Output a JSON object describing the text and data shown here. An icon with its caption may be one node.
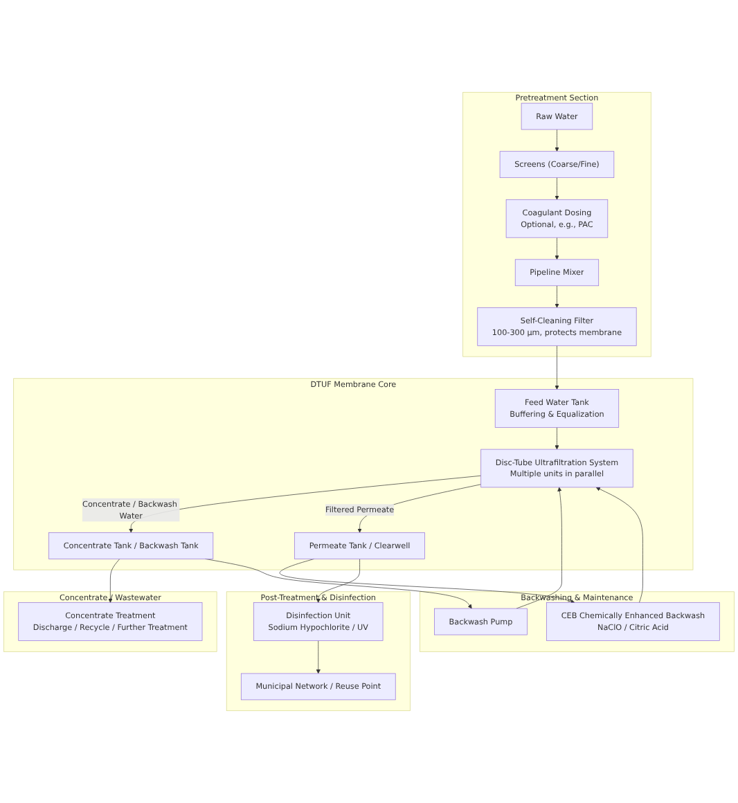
{
  "diagram": {
    "nodes": [
      {
        "text": [
          "Pretreatment Section"
        ]
      },
      {
        "text": [
          "Raw Water"
        ],
        "in": 0
      },
      {
        "text": [
          "Screens (Coarse/Fine)"
        ],
        "in": 0
      },
      {
        "text": [
          "Coagulant Dosing",
          "Optional, e.g., PAC"
        ],
        "in": 0
      },
      {
        "text": [
          "Pipeline Mixer"
        ],
        "in": 0
      },
      {
        "text": [
          "Self-Cleaning Filter",
          "100-300 µm, protects membrane"
        ],
        "in": 0
      },
      {
        "text": [
          "DTUF Membrane Core"
        ]
      },
      {
        "text": [
          "Feed Water Tank",
          "Buffering & Equalization"
        ],
        "in": 6
      },
      {
        "text": [
          "Disc-Tube Ultrafiltration System",
          "Multiple units in parallel"
        ],
        "in": 6
      },
      {
        "text": [
          "Concentrate Tank / Backwash Tank"
        ],
        "in": 6
      },
      {
        "text": [
          "Permeate Tank / Clearwell"
        ],
        "in": 6
      },
      {
        "text": [
          "Concentrate / Wastewater"
        ]
      },
      {
        "text": [
          "Concentrate Treatment",
          "Discharge / Recycle / Further Treatment"
        ],
        "in": 11
      },
      {
        "text": [
          "Backwashing & Maintenance"
        ]
      },
      {
        "text": [
          "Backwash Pump"
        ],
        "in": 13
      },
      {
        "text": [
          "CEB Chemically Enhanced Backwash",
          "NaClO / Citric Acid"
        ],
        "in": 13
      },
      {
        "text": [
          "Post-Treatment & Disinfection"
        ]
      },
      {
        "text": [
          "Disinfection Unit",
          "Sodium Hypochlorite / UV"
        ],
        "in": 16
      },
      {
        "text": [
          "Municipal Network / Reuse Point"
        ],
        "in": 16
      }
    ],
    "edges": [
      {
        "from": 1,
        "to": 2,
        "arrow": "to"
      },
      {
        "from": 2,
        "to": 3,
        "arrow": "to"
      },
      {
        "from": 3,
        "to": 4,
        "arrow": "to"
      },
      {
        "from": 4,
        "to": 5,
        "arrow": "to"
      },
      {
        "from": 5,
        "to": 7,
        "arrow": "to"
      },
      {
        "from": 7,
        "to": 8,
        "arrow": "to"
      },
      {
        "from": 8,
        "to": 9,
        "arrow": "to",
        "label": "Concentrate / Backwash Water"
      },
      {
        "from": 8,
        "to": 10,
        "arrow": "to",
        "label": "Filtered Permeate"
      },
      {
        "from": 9,
        "to": 12,
        "arrow": "to"
      },
      {
        "from": 9,
        "to": 14,
        "arrow": "to"
      },
      {
        "from": 14,
        "to": 8,
        "arrow": "to"
      },
      {
        "from": 10,
        "to": 15,
        "arrow": "to"
      },
      {
        "from": 15,
        "to": 8,
        "arrow": "to"
      },
      {
        "from": 10,
        "to": 17,
        "arrow": "to"
      },
      {
        "from": 17,
        "to": 18,
        "arrow": "to"
      }
    ]
  }
}
